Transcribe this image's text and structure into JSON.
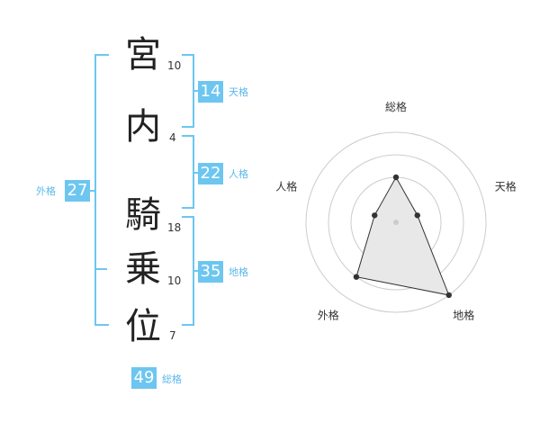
{
  "name": {
    "chars": [
      {
        "char": "宮",
        "strokes": "10"
      },
      {
        "char": "内",
        "strokes": "4"
      },
      {
        "char": "騎",
        "strokes": "18"
      },
      {
        "char": "乗",
        "strokes": "10"
      },
      {
        "char": "位",
        "strokes": "7"
      }
    ]
  },
  "kakusu": {
    "tenkaku": {
      "value": "14",
      "label": "天格"
    },
    "jinkaku": {
      "value": "22",
      "label": "人格"
    },
    "chikaku": {
      "value": "35",
      "label": "地格"
    },
    "gaikaku": {
      "value": "27",
      "label": "外格"
    },
    "soukaku": {
      "value": "49",
      "label": "総格"
    }
  },
  "chart_data": {
    "type": "radar",
    "axes": [
      "総格",
      "天格",
      "地格",
      "外格",
      "人格"
    ],
    "values": [
      2,
      1,
      4,
      3,
      1
    ],
    "max": 4,
    "rings": 4,
    "colors": {
      "fill": "#e8e8e8",
      "line": "#333333",
      "point": "#333333",
      "grid": "#cccccc"
    }
  },
  "colors": {
    "accent": "#6cc6f0",
    "accent_text": "#5bb8ea"
  }
}
